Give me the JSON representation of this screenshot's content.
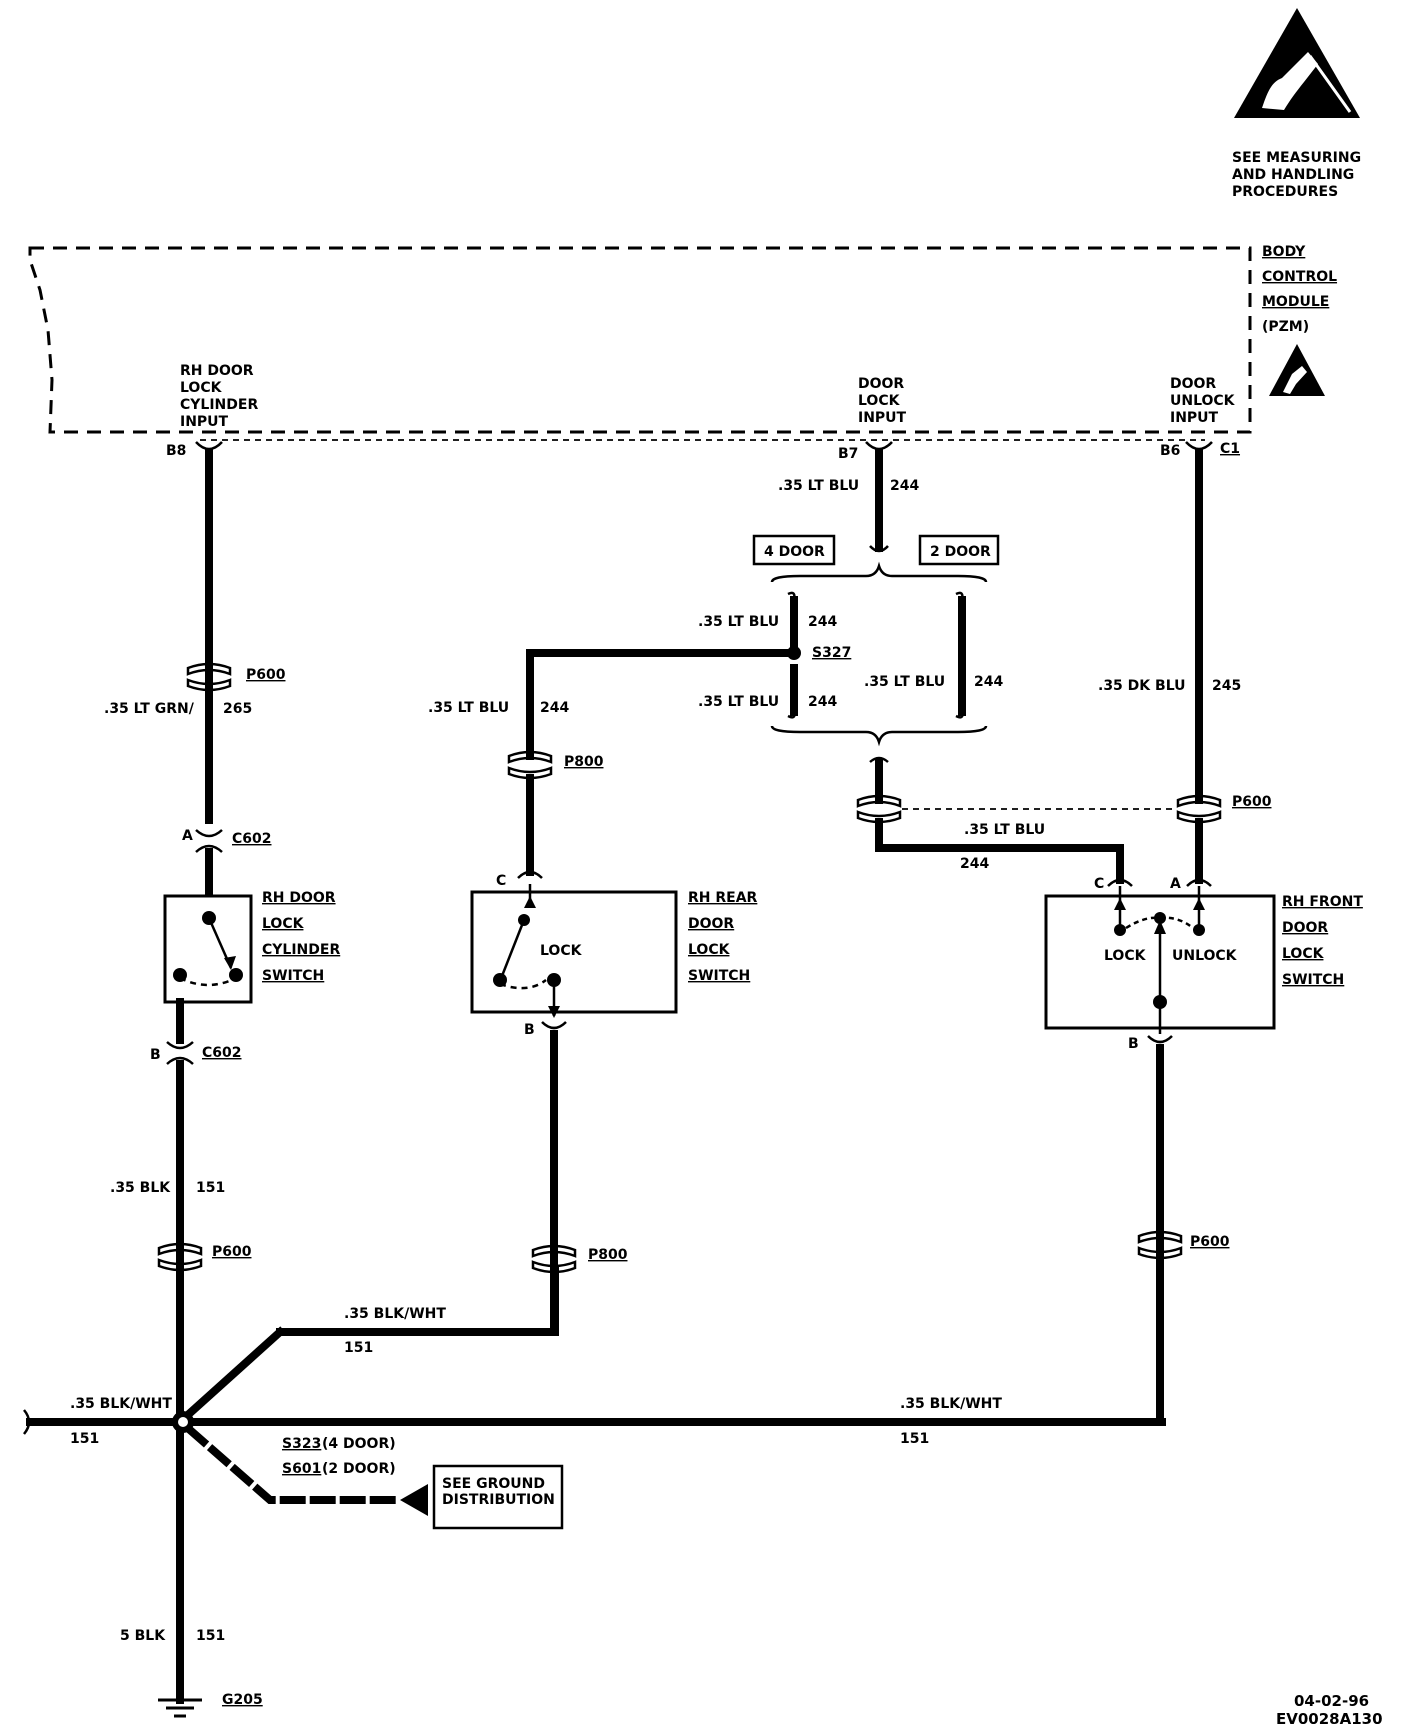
{
  "esd": {
    "line1": "SEE MEASURING",
    "line2": "AND HANDLING",
    "line3": "PROCEDURES"
  },
  "bcm": {
    "line1": "BODY",
    "line2": "CONTROL",
    "line3": "MODULE",
    "line4": "(PZM)",
    "rh_input_1": "RH DOOR",
    "rh_input_2": "LOCK",
    "rh_input_3": "CYLINDER",
    "rh_input_4": "INPUT",
    "lock_input_1": "DOOR",
    "lock_input_2": "LOCK",
    "lock_input_3": "INPUT",
    "unlock_input_1": "DOOR",
    "unlock_input_2": "UNLOCK",
    "unlock_input_3": "INPUT",
    "pin_b8": "B8",
    "pin_b7": "B7",
    "pin_b6": "B6",
    "conn_c1": "C1"
  },
  "wires": {
    "w244_top_gauge": ".35 LT BLU",
    "w244_top_num": "244",
    "w244_4door_gauge": ".35 LT BLU",
    "w244_4door_num": "244",
    "w244_lower_gauge": ".35 LT BLU",
    "w244_lower_num": "244",
    "w244_2door_gauge": ".35 LT BLU",
    "w244_2door_num": "244",
    "w244_rear_gauge": ".35 LT BLU",
    "w244_rear_num": "244",
    "w244_bottom_gauge": ".35 LT BLU",
    "w244_bottom_num": "244",
    "w265_gauge": ".35 LT GRN/",
    "w265_num": "265",
    "w245_gauge": ".35 DK BLU",
    "w245_num": "245",
    "w151_left_gauge": ".35 BLK",
    "w151_left_num": "151",
    "w151_rear_gauge": ".35 BLK/WHT",
    "w151_rear_num": "151",
    "w151_far_gauge": ".35 BLK/WHT",
    "w151_far_num": "151",
    "w151_long_gauge": ".35 BLK/WHT",
    "w151_long_num": "151",
    "w151_gnd_gauge": "5 BLK",
    "w151_gnd_num": "151"
  },
  "options": {
    "four_door": "4 DOOR",
    "two_door": "2 DOOR"
  },
  "connectors": {
    "p600_a": "P600",
    "p600_b": "P600",
    "p600_c": "P600",
    "p600_d": "P600",
    "p800_a": "P800",
    "p800_b": "P800",
    "c602_a": "C602",
    "c602_b": "C602",
    "pin_a1": "A",
    "pin_b1": "B",
    "pin_c2": "C",
    "pin_b2": "B",
    "pin_c3": "C",
    "pin_a3": "A",
    "pin_b3": "B"
  },
  "splices": {
    "s327": "S327",
    "s323": "S323",
    "s323_note": "(4 DOOR)",
    "s601": "S601",
    "s601_note": "(2 DOOR)"
  },
  "switches": {
    "rh_cyl_1": "RH DOOR",
    "rh_cyl_2": "LOCK",
    "rh_cyl_3": "CYLINDER",
    "rh_cyl_4": "SWITCH",
    "rear_1": "RH REAR",
    "rear_2": "DOOR",
    "rear_3": "LOCK",
    "rear_4": "SWITCH",
    "rear_lock": "LOCK",
    "front_1": "RH FRONT",
    "front_2": "DOOR",
    "front_3": "LOCK",
    "front_4": "SWITCH",
    "front_lock": "LOCK",
    "front_unlock": "UNLOCK"
  },
  "ground": {
    "see_1": "SEE GROUND",
    "see_2": "DISTRIBUTION",
    "g205": "G205"
  },
  "footer": {
    "date": "04-02-96",
    "code": "EV0028A130"
  }
}
